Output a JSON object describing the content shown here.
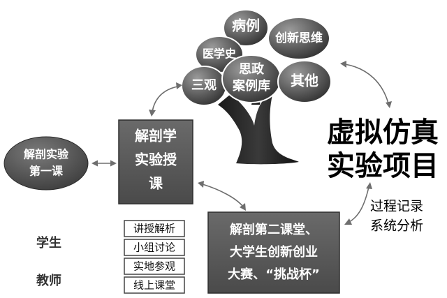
{
  "tree": {
    "leaves": {
      "bingli": "病例",
      "yixueshi": "医学史",
      "chuangxin": "创新思维",
      "sanguan": "三观",
      "sizheng_line1": "思政",
      "sizheng_line2": "案例库",
      "qita": "其他"
    }
  },
  "first_class": {
    "line1": "解剖实验",
    "line2": "第一课"
  },
  "teaching": {
    "line1": "解剖学",
    "line2": "实验授",
    "line3": "课"
  },
  "methods": [
    "讲授解析",
    "小组讨论",
    "实地参观",
    "线上课堂"
  ],
  "roles": {
    "student": "学生",
    "teacher": "教师"
  },
  "second_class": {
    "line1": "解剖第二课堂、",
    "line2": "大学生创新创业",
    "line3": "大赛、“挑战杯”"
  },
  "virtual": {
    "title_line1": "虚拟仿真",
    "title_line2": "实验项目",
    "sub_line1": "过程记录",
    "sub_line2": "系统分析"
  }
}
